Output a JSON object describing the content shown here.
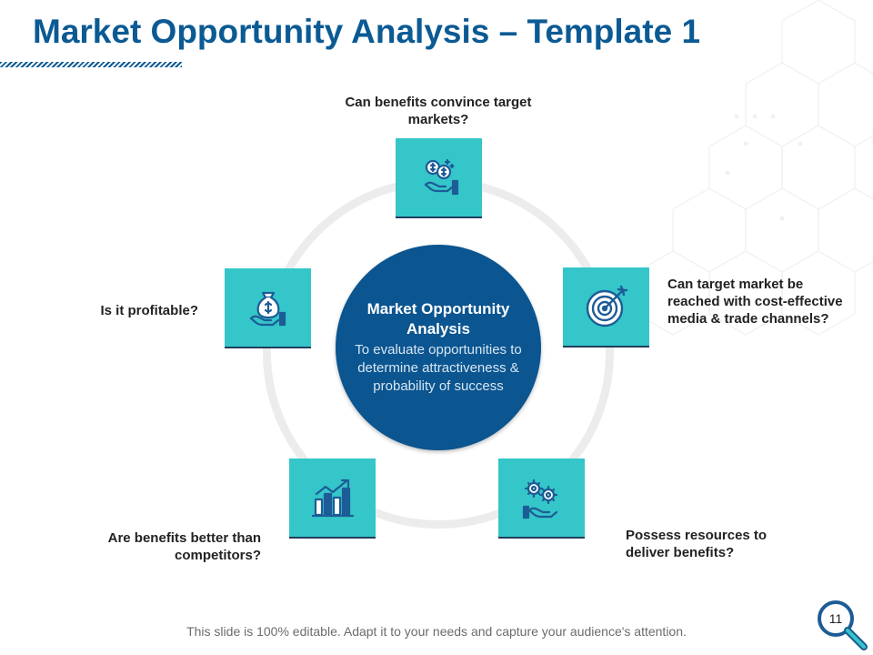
{
  "title": "Market Opportunity Analysis – Template 1",
  "center": {
    "title": "Market Opportunity Analysis",
    "subtitle": "To evaluate opportunities to determine attractiveness & probability of success"
  },
  "nodes": [
    {
      "label": "Can benefits convince target markets?",
      "icon": "hand-coins-icon"
    },
    {
      "label": "Can target market be reached with cost-effective  media & trade channels?",
      "icon": "target-icon"
    },
    {
      "label": "Possess  resources  to deliver benefits?",
      "icon": "hand-gears-icon"
    },
    {
      "label": "Are benefits better than competitors?",
      "icon": "bar-chart-growth-icon"
    },
    {
      "label": "Is it profitable?",
      "icon": "hand-money-bag-icon"
    }
  ],
  "footer": "This slide is 100% editable. Adapt it to your needs and capture your audience's attention.",
  "page_number": "11",
  "colors": {
    "title": "#0b5a94",
    "center_fill": "#0b5590",
    "node_fill": "#35c6c9",
    "icon": "#1d5c96",
    "ring": "#ececec"
  }
}
